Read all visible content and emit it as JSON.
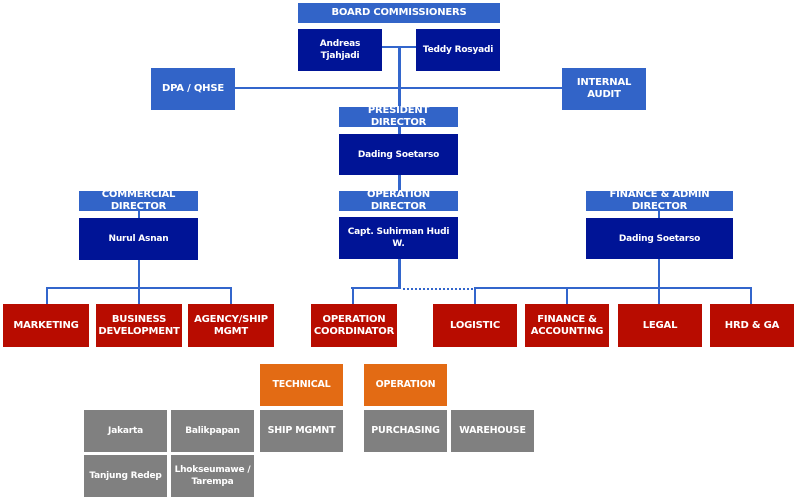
{
  "colors": {
    "title_blue": "#3264c8",
    "name_navy": "#001496",
    "department_red": "#b80c00",
    "section_orange": "#e36b14",
    "unit_gray": "#808080",
    "connector_blue": "#3366cc"
  },
  "board": {
    "title": "BOARD COMMISSIONERS",
    "members": [
      "Andreas Tjahjadi",
      "Teddy Rosyadi"
    ]
  },
  "staff_units": {
    "left": "DPA / QHSE",
    "right": "INTERNAL AUDIT"
  },
  "president": {
    "title": "PRESIDENT DIRECTOR",
    "name": "Dading Soetarso"
  },
  "directors": {
    "commercial": {
      "title": "COMMERCIAL DIRECTOR",
      "name": "Nurul Asnan"
    },
    "operation": {
      "title": "OPERATION DIRECTOR",
      "name": "Capt. Suhirman Hudi W."
    },
    "finance": {
      "title": "FINANCE & ADMIN DIRECTOR",
      "name": "Dading Soetarso"
    }
  },
  "departments": {
    "commercial": [
      "MARKETING",
      "BUSINESS DEVELOPMENT",
      "AGENCY/SHIP MGMT"
    ],
    "operation": [
      "OPERATION COORDINATOR"
    ],
    "finance": [
      "LOGISTIC",
      "FINANCE & ACCOUNTING",
      "LEGAL",
      "HRD & GA"
    ]
  },
  "sections": {
    "technical": "TECHNICAL",
    "operation": "OPERATION"
  },
  "units": {
    "branches": [
      "Jakarta",
      "Balikpapan",
      "Tanjung Redep",
      "Lhokseumawe / Tarempa"
    ],
    "technical": [
      "SHIP MGMNT"
    ],
    "operation": [
      "PURCHASING",
      "WAREHOUSE"
    ]
  }
}
